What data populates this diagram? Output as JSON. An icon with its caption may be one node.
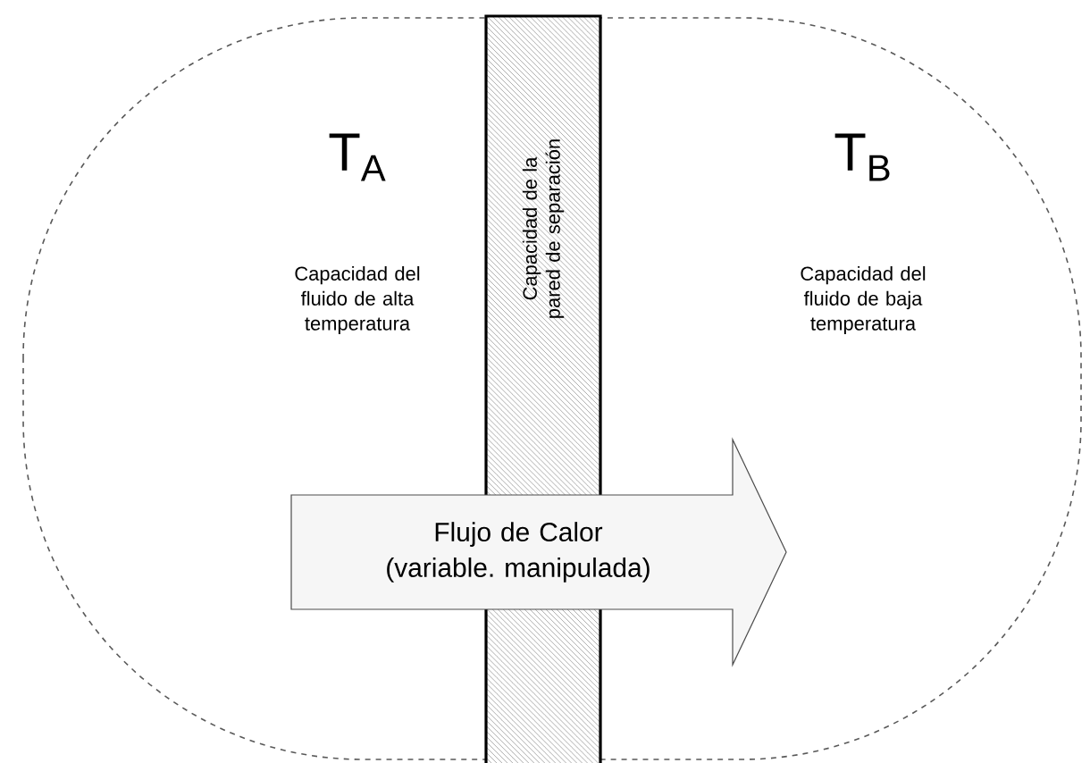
{
  "diagram": {
    "nodes": [
      {
        "text": [
          "Capacidad  de la pared de separación"
        ]
      },
      {
        "text": [
          "Flujo de Calor (variable. manipulada)"
        ]
      }
    ],
    "labels": [
      "T$_{A}$",
      "Capacidad del fluido de alta temperatura",
      "T$_{B}$",
      "Capacidad del fluido de baja temperatura"
    ]
  }
}
